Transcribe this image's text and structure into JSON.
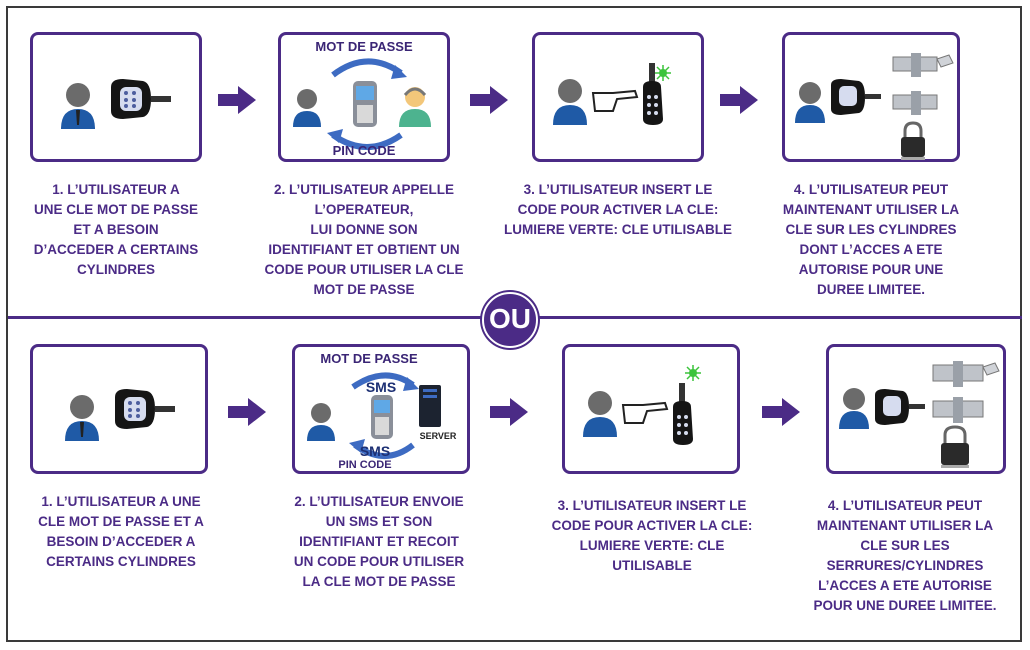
{
  "separator": {
    "label": "OU"
  },
  "top_row": {
    "step1": {
      "caption": [
        "1. L’UTILISATEUR A",
        "UNE CLE MOT DE PASSE",
        "ET A BESOIN",
        "D’ACCEDER A CERTAINS",
        "CYLINDRES"
      ]
    },
    "step2": {
      "top_label": "MOT DE PASSE",
      "bottom_label": "PIN CODE",
      "caption": [
        "2. L’UTILISATEUR APPELLE",
        "L’OPERATEUR,",
        "LUI DONNE SON",
        "IDENTIFIANT ET OBTIENT UN",
        "CODE POUR UTILISER LA CLE",
        "MOT DE PASSE"
      ]
    },
    "step3": {
      "caption": [
        "3. L’UTILISATEUR INSERT LE",
        "CODE POUR ACTIVER LA CLE:",
        "LUMIERE VERTE: CLE UTILISABLE"
      ]
    },
    "step4": {
      "caption": [
        "4. L’UTILISATEUR PEUT",
        "MAINTENANT UTILISER LA",
        "CLE SUR LES CYLINDRES",
        "DONT L’ACCES A ETE",
        "AUTORISE POUR UNE",
        "DUREE LIMITEE."
      ]
    }
  },
  "bottom_row": {
    "step1": {
      "caption": [
        "1. L’UTILISATEUR A UNE",
        "CLE MOT DE PASSE ET A",
        "BESOIN D’ACCEDER A",
        "CERTAINS CYLINDRES"
      ]
    },
    "step2": {
      "top_label": "MOT DE PASSE",
      "sms_top": "SMS",
      "sms_bottom": "SMS",
      "server_label": "SERVER",
      "bottom_label": "PIN CODE",
      "caption": [
        "2. L’UTILISATEUR ENVOIE",
        "UN SMS ET SON",
        "IDENTIFIANT ET RECOIT",
        "UN CODE POUR UTILISER",
        "LA CLE MOT DE PASSE"
      ]
    },
    "step3": {
      "caption": [
        "3. L’UTILISATEUR INSERT LE",
        "CODE POUR ACTIVER LA CLE:",
        "LUMIERE VERTE: CLE",
        "UTILISABLE"
      ]
    },
    "step4": {
      "caption": [
        "4. L’UTILISATEUR PEUT",
        "MAINTENANT UTILISER LA",
        "CLE SUR LES",
        "SERRURES/CYLINDRES",
        "L’ACCES A ETE AUTORISE",
        "POUR UNE DUREE LIMITEE."
      ]
    }
  },
  "colors": {
    "accent": "#4b2b86",
    "user": "#1f5aa6",
    "led": "#3cc43c"
  }
}
